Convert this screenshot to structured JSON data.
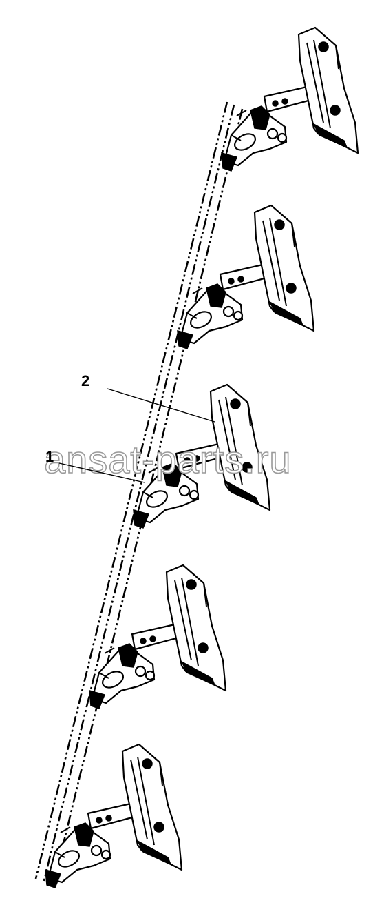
{
  "diagram": {
    "callouts": [
      {
        "id": "callout-1",
        "label": "1"
      },
      {
        "id": "callout-2",
        "label": "2"
      }
    ],
    "watermark": "ansat-parts.ru",
    "assembly_count": 5
  },
  "colors": {
    "line": "#000000",
    "background": "#ffffff",
    "watermark_outline": "#9a9a9a"
  }
}
